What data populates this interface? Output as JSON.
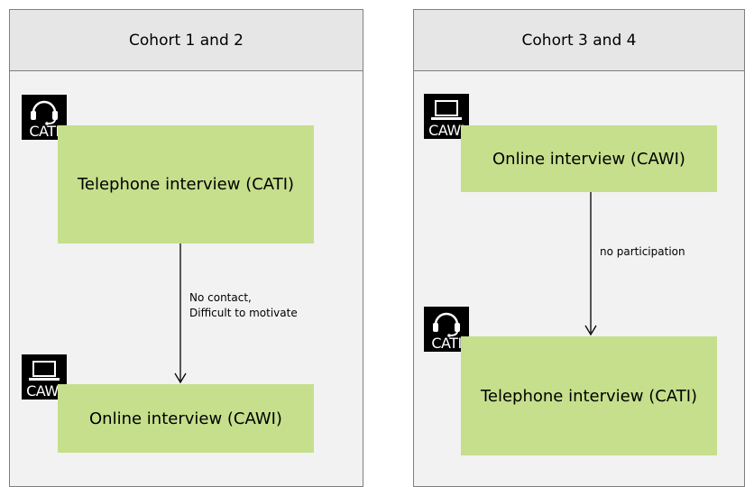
{
  "left_panel": {
    "title": "Cohort 1 and 2",
    "top_box": "Telephone interview (CATI)",
    "top_badge": {
      "label": "CATI",
      "icon": "headset-icon"
    },
    "edge_label_line1": "No contact,",
    "edge_label_line2": "Difficult to motivate",
    "bottom_box": "Online interview (CAWI)",
    "bottom_badge": {
      "label": "CAWI",
      "icon": "laptop-icon"
    }
  },
  "right_panel": {
    "title": "Cohort 3 and 4",
    "top_box": "Online interview (CAWI)",
    "top_badge": {
      "label": "CAWI",
      "icon": "laptop-icon"
    },
    "edge_label": "no participation",
    "bottom_box": "Telephone interview (CATI)",
    "bottom_badge": {
      "label": "CATI",
      "icon": "headset-icon"
    }
  },
  "colors": {
    "panel_background": "#f2f2f2",
    "header_background": "#e6e6e6",
    "box_fill": "#c6df8c",
    "badge_background": "#000000"
  }
}
